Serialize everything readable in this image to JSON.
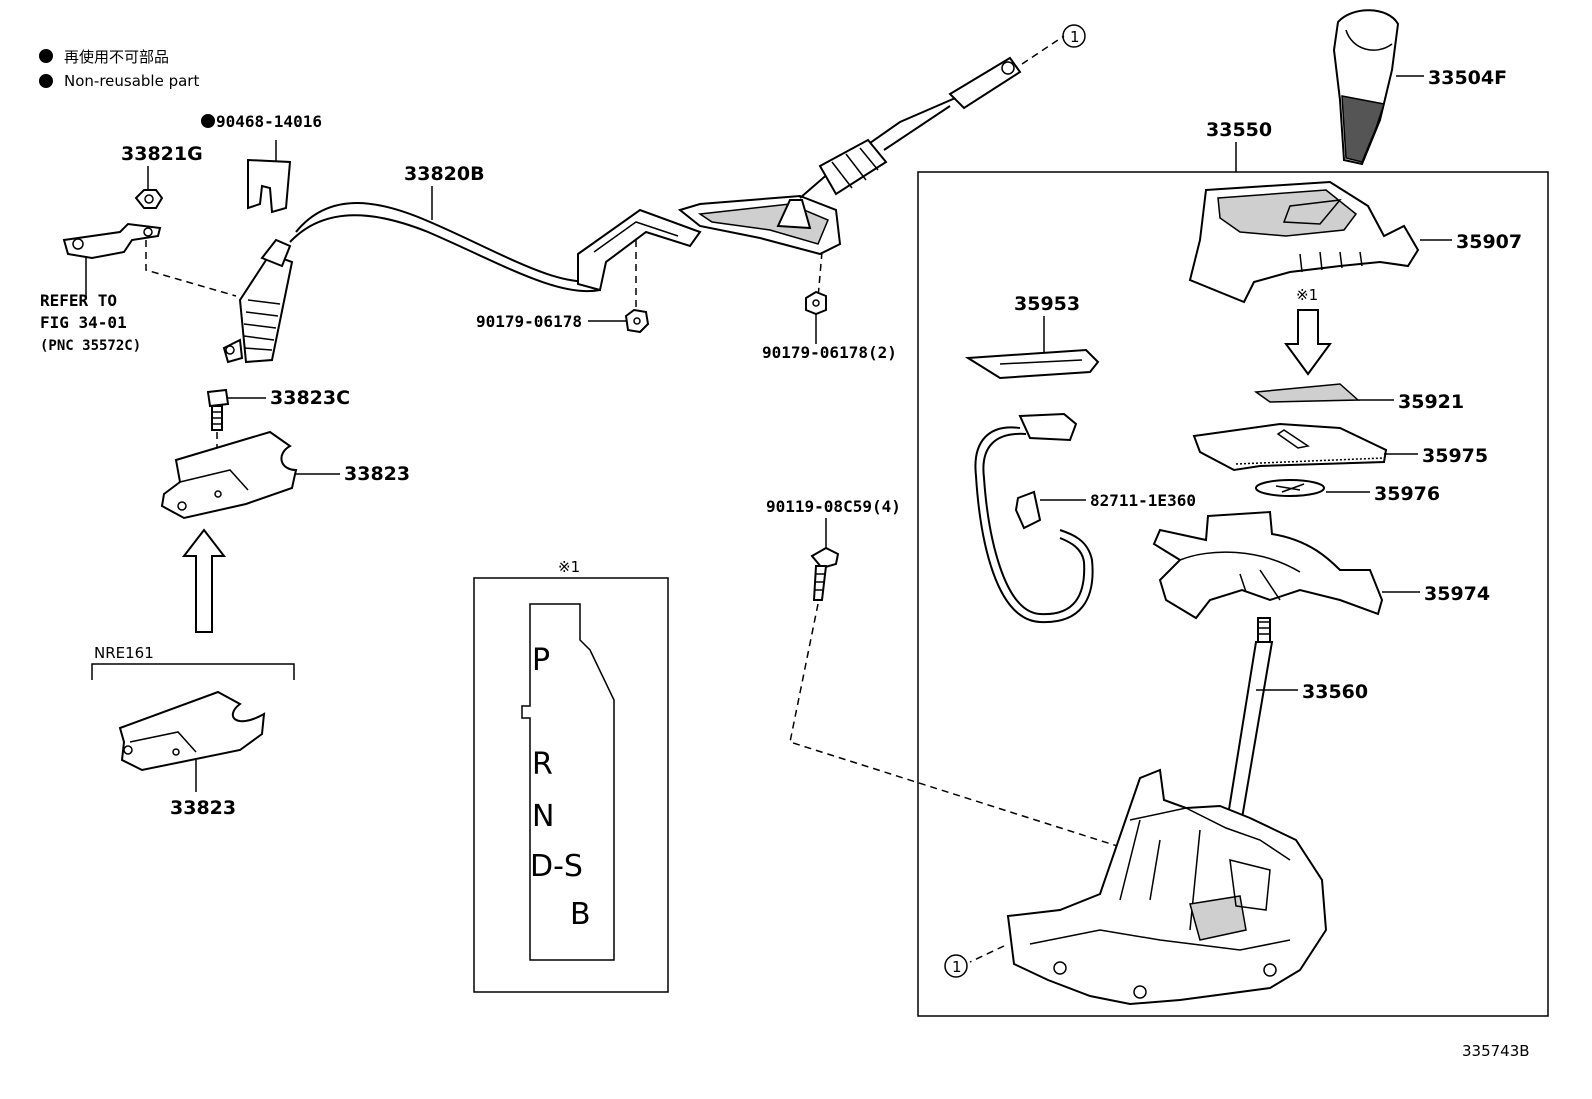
{
  "legend": {
    "jp_text": "再使用不可部品",
    "en_text": "Non-reusable part"
  },
  "labels": {
    "p90468": "90468-14016",
    "p33821g": "33821G",
    "p33820b": "33820B",
    "refer_1": "REFER TO",
    "refer_2": "FIG 34-01",
    "refer_3": "(PNC 35572C)",
    "p33823c": "33823C",
    "p33823_top": "33823",
    "p33823_bottom": "33823",
    "nre161": "NRE161",
    "p90179_a": "90179-06178",
    "p90179_b": "90179-06178(2)",
    "p90119": "90119-08C59(4)",
    "p33504f": "33504F",
    "p33550": "33550",
    "p35907": "35907",
    "p35953": "35953",
    "p35921": "35921",
    "p35975": "35975",
    "p82711": "82711-1E360",
    "p35976": "35976",
    "p35974": "35974",
    "p33560": "33560",
    "ref_mark_top": "※1",
    "ref_mark_gate": "※1",
    "circle_1_top": "1",
    "circle_1_bottom": "1",
    "illustration_no": "335743B"
  },
  "gate_positions": [
    "P",
    "R",
    "N",
    "D-S",
    "B"
  ]
}
